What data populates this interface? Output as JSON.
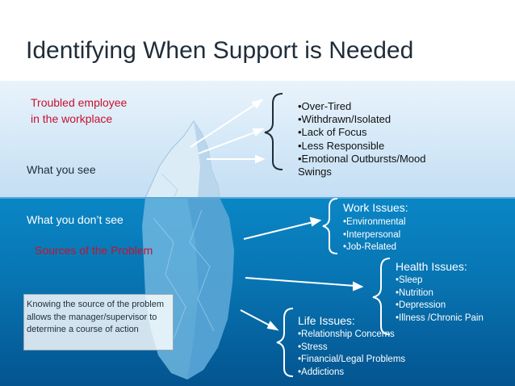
{
  "slide": {
    "title": "Identifying When Support is Needed"
  },
  "left_labels": {
    "troubled_line1": "Troubled employee",
    "troubled_line2": "in the workplace",
    "what_you_see": "What you see",
    "what_you_dont_see": "What you don’t see",
    "sources": "Sources of the Problem"
  },
  "note": {
    "text": "Knowing the source of the problem allows the manager/supervisor to determine a course of action"
  },
  "visible_signs": {
    "items": [
      "•Over-Tired",
      "•Withdrawn/Isolated",
      "•Lack of Focus",
      "•Less Responsible",
      "•Emotional Outbursts/Mood Swings"
    ]
  },
  "work_issues": {
    "heading": "Work Issues:",
    "items": [
      "•Environmental",
      "•Interpersonal",
      "•Job-Related"
    ]
  },
  "health_issues": {
    "heading": "Health Issues:",
    "items": [
      "•Sleep",
      "•Nutrition",
      "•Depression",
      "•Illness /Chronic Pain"
    ]
  },
  "life_issues": {
    "heading": "Life Issues:",
    "items": [
      "•Relationship Concerns",
      "•Stress",
      "•Financial/Legal Problems",
      "•Addictions"
    ]
  },
  "colors": {
    "title": "#1f2d3a",
    "accent_red": "#c8102e",
    "sky": "#d2e7f7",
    "sea": "#0874b2"
  }
}
